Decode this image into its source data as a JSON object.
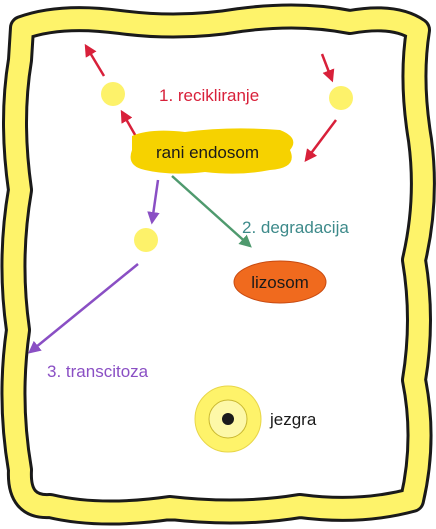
{
  "labels": {
    "recycling": "1. recikliranje",
    "early_endosome": "rani endosom",
    "degradation": "2. degradacija",
    "lysosome": "lizosom",
    "transcytosis": "3. transcitoza",
    "nucleus": "jezgra"
  },
  "colors": {
    "membrane_fill": "#fef36a",
    "membrane_outline": "#1a1a1a",
    "endosome": "#f6d200",
    "vesicle": "#fdf26a",
    "lysosome": "#f06a1e",
    "recycling": "#d8203a",
    "degradation": "#4f9a6e",
    "transcytosis": "#8a4fc4",
    "degradation_text": "#3d8a8a",
    "nucleus_outer": "#fef36a",
    "nucleus_core": "#1a1a1a"
  }
}
